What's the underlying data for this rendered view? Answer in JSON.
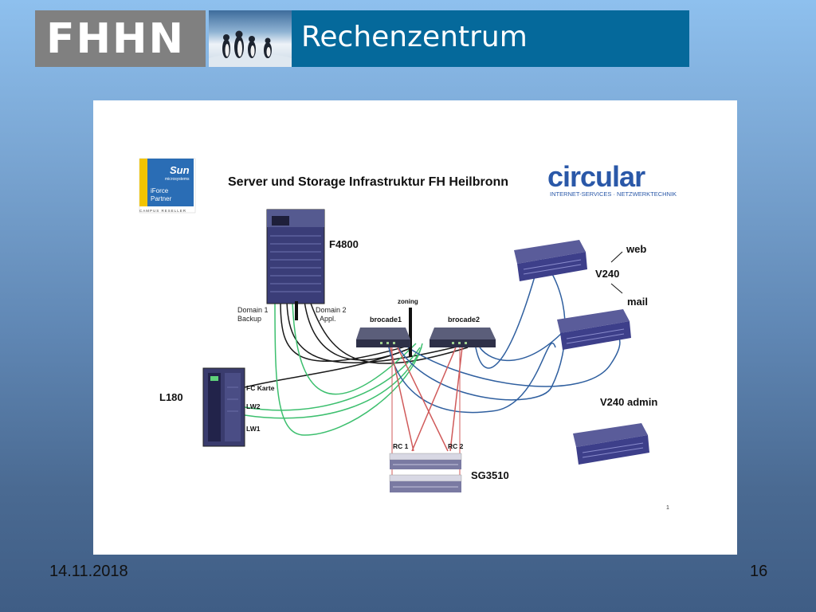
{
  "header": {
    "logo_text": "FHHN",
    "title": "Rechenzentrum"
  },
  "diagram": {
    "heading": "Server und Storage Infrastruktur FH Heilbronn",
    "sun_badge": {
      "brand": "Sun",
      "sub": "microsystems",
      "line1": "iForce",
      "line2": "Partner",
      "footer": "CAMPUS RESELLER"
    },
    "circular_logo": {
      "word": "circular",
      "tagline": "INTERNET-SERVICES · NETZWERKTECHNIK"
    },
    "labels": {
      "f4800": "F4800",
      "domain1_line1": "Domain 1",
      "domain1_line2": "Backup",
      "domain2_line1": "Domain 2",
      "domain2_line2": "Appl.",
      "zoning": "zoning",
      "brocade1": "brocade1",
      "brocade2": "brocade2",
      "web": "web",
      "v240": "V240",
      "mail": "mail",
      "l180": "L180",
      "fc_karte": "FC Karte",
      "lw2": "LW2",
      "lw1": "LW1",
      "v240_admin": "V240 admin",
      "rc1": "RC 1",
      "rc2": "RC 2",
      "sg3510": "SG3510",
      "slide_number": "1"
    },
    "colors": {
      "link_black": "#1a1a1a",
      "link_green": "#3cbf6e",
      "link_blue": "#2f5f9f",
      "link_red": "#d05a5a",
      "server_purple": "#3d3f8a",
      "storage_gray": "#8a8aa8"
    }
  },
  "footer": {
    "date": "14.11.2018",
    "page": "16"
  }
}
